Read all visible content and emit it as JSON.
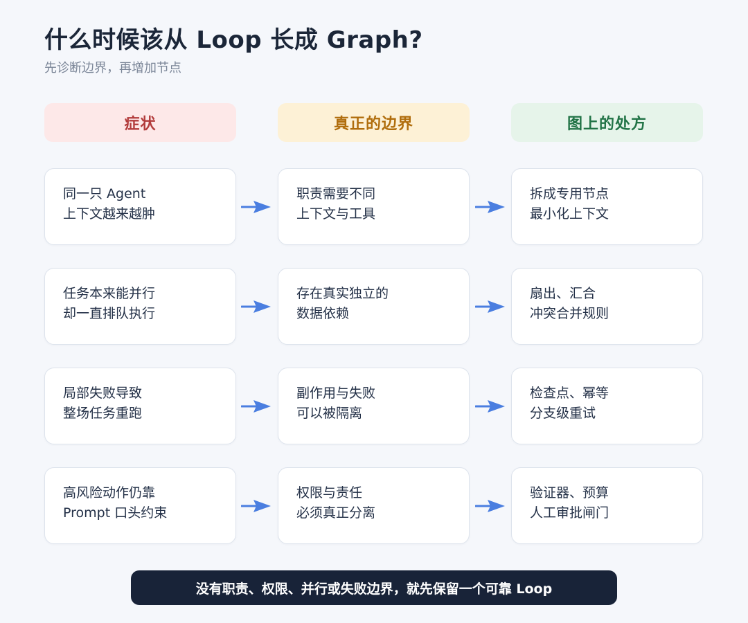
{
  "title": "什么时候该从 Loop 长成 Graph?",
  "subtitle": "先诊断边界，再增加节点",
  "columns": [
    {
      "label": "症状",
      "bg": "#fde8e8",
      "color": "#b23b3b"
    },
    {
      "label": "真正的边界",
      "bg": "#fdf1d6",
      "color": "#b06d0c"
    },
    {
      "label": "图上的处方",
      "bg": "#e6f4ea",
      "color": "#217346"
    }
  ],
  "arrow_color": "#4a7ee0",
  "rows": [
    {
      "symptom": [
        "同一只 Agent",
        "上下文越来越肿"
      ],
      "boundary": [
        "职责需要不同",
        "上下文与工具"
      ],
      "prescription": [
        "拆成专用节点",
        "最小化上下文"
      ]
    },
    {
      "symptom": [
        "任务本来能并行",
        "却一直排队执行"
      ],
      "boundary": [
        "存在真实独立的",
        "数据依赖"
      ],
      "prescription": [
        "扇出、汇合",
        "冲突合并规则"
      ]
    },
    {
      "symptom": [
        "局部失败导致",
        "整场任务重跑"
      ],
      "boundary": [
        "副作用与失败",
        "可以被隔离"
      ],
      "prescription": [
        "检查点、幂等",
        "分支级重试"
      ]
    },
    {
      "symptom": [
        "高风险动作仍靠",
        "Prompt 口头约束"
      ],
      "boundary": [
        "权限与责任",
        "必须真正分离"
      ],
      "prescription": [
        "验证器、预算",
        "人工审批闸门"
      ]
    }
  ],
  "footer": "没有职责、权限、并行或失败边界，就先保留一个可靠 Loop"
}
